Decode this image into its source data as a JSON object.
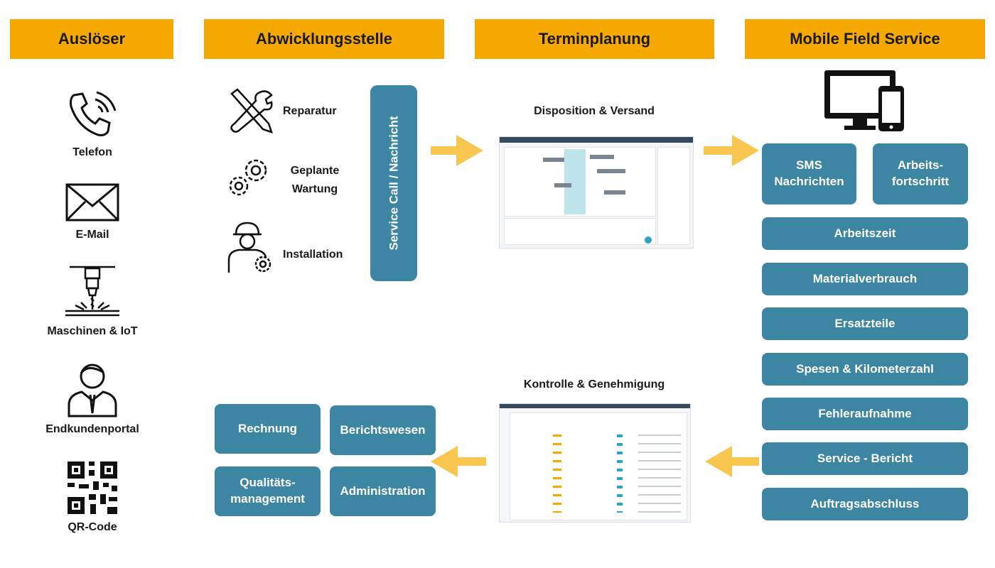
{
  "headers": {
    "triggers": "Auslöser",
    "processing": "Abwicklungsstelle",
    "scheduling": "Terminplanung",
    "mobile": "Mobile Field Service"
  },
  "triggers": [
    {
      "label": "Telefon",
      "icon": "phone-icon"
    },
    {
      "label": "E-Mail",
      "icon": "mail-icon"
    },
    {
      "label": "Maschinen & IoT",
      "icon": "machine-icon"
    },
    {
      "label": "Endkundenportal",
      "icon": "customer-icon"
    },
    {
      "label": "QR-Code",
      "icon": "qr-code-icon"
    }
  ],
  "processing_items": [
    {
      "label": "Reparatur",
      "icon": "tools-icon"
    },
    {
      "label": "Geplante Wartung",
      "icon": "gears-icon"
    },
    {
      "label": "Installation",
      "icon": "worker-icon"
    }
  ],
  "service_call": "Service Call / Nachricht",
  "scheduling": {
    "dispatch": "Disposition & Versand",
    "control": "Kontrolle & Genehmigung"
  },
  "mobile": {
    "sms": "SMS Nachrichten",
    "progress": "Arbeits- fortschritt",
    "items": [
      "Arbeitszeit",
      "Materialverbrauch",
      "Ersatzteile",
      "Spesen & Kilometerzahl",
      "Fehleraufnahme",
      "Service - Bericht",
      "Auftragsabschluss"
    ]
  },
  "backoffice": {
    "invoice": "Rechnung",
    "reporting": "Berichtswesen",
    "quality": "Qualitäts- management",
    "admin": "Administration"
  },
  "colors": {
    "header": "#f5a800",
    "box": "#3d86a3",
    "arrow": "#f9c74f"
  }
}
